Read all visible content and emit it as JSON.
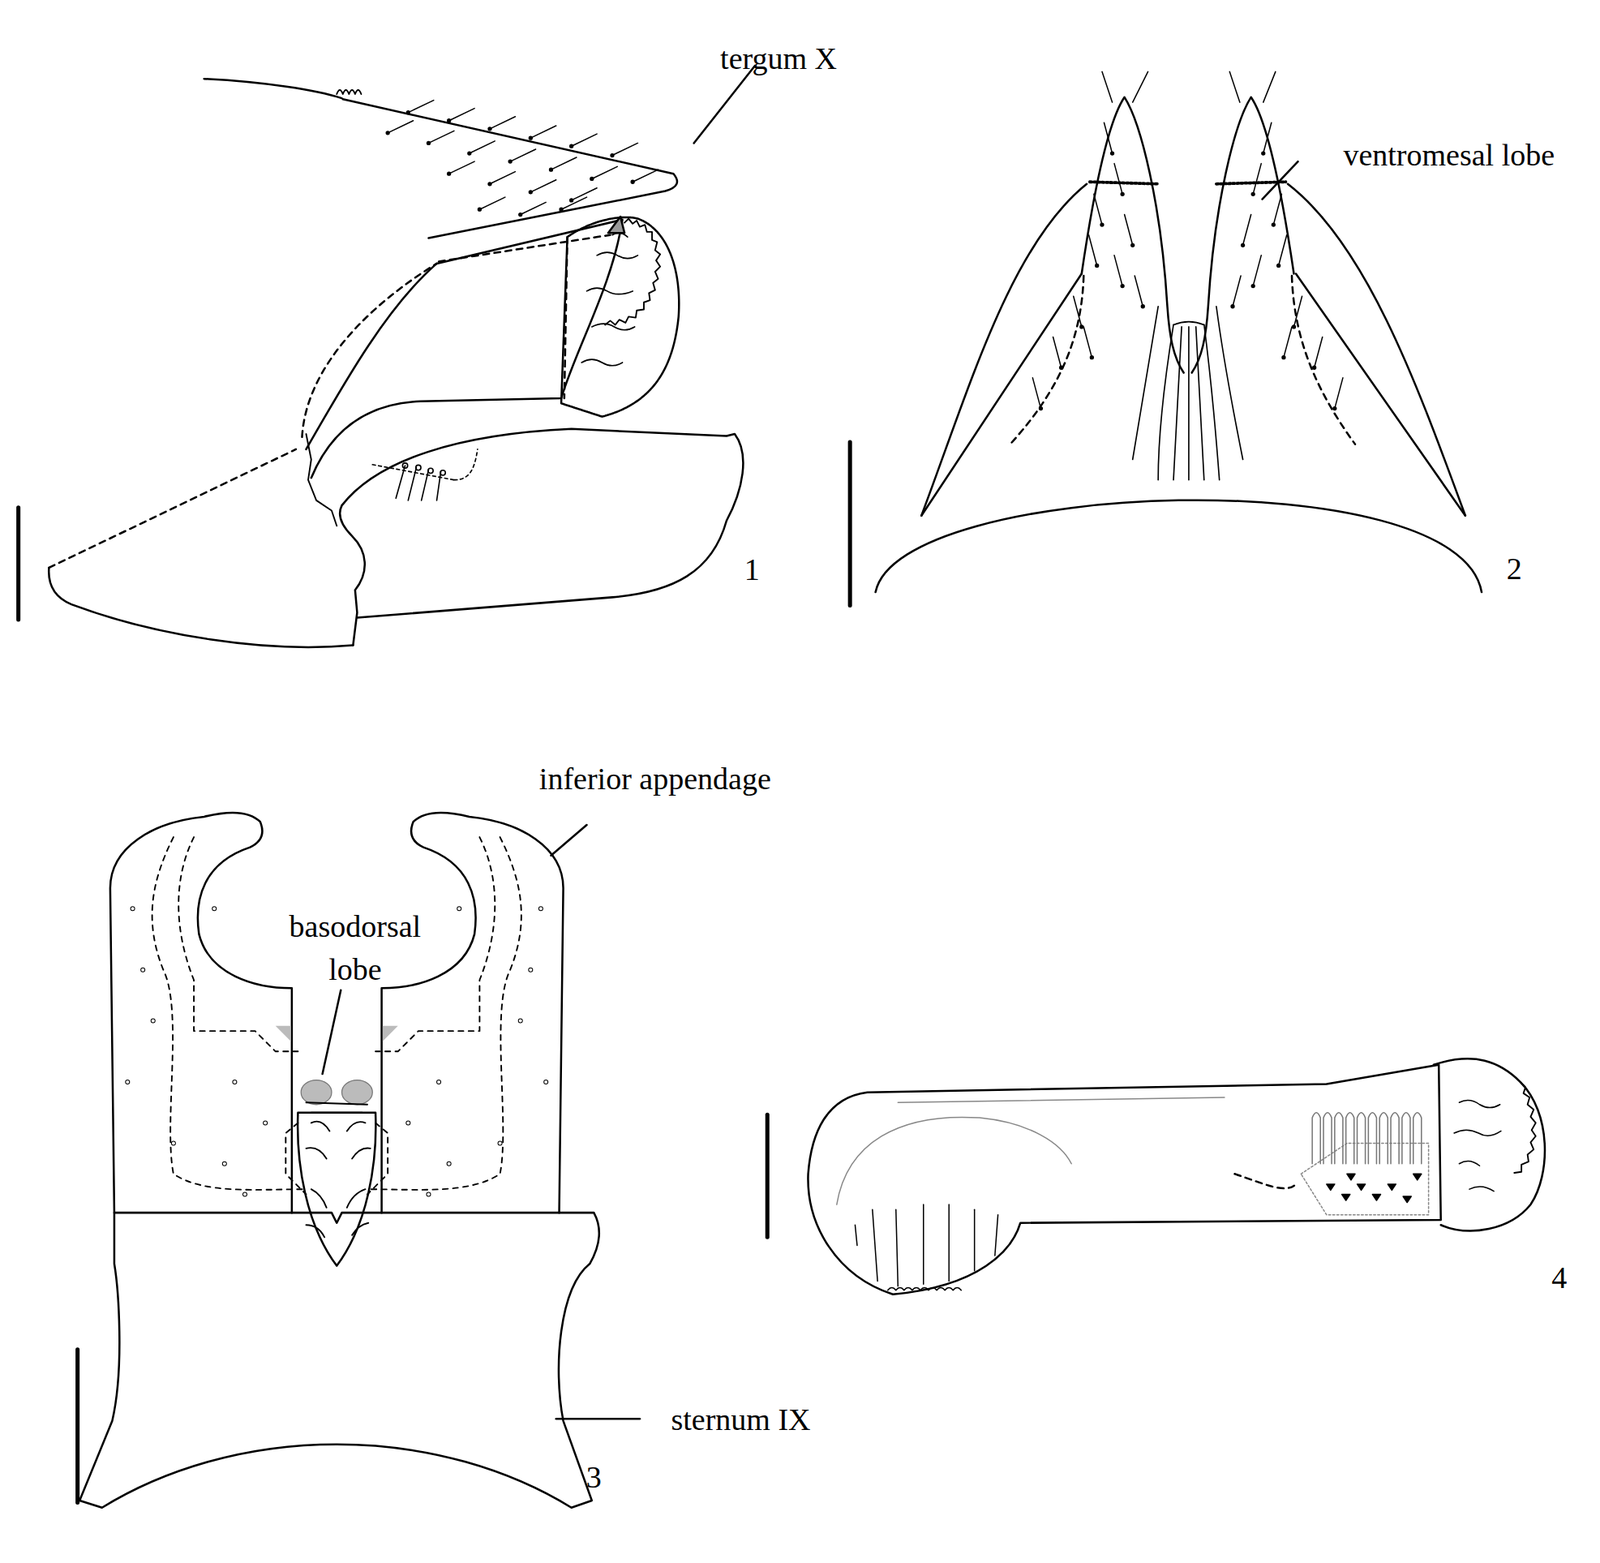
{
  "diagram": {
    "labels": [
      "tergum X",
      "1",
      "ventromesal lobe",
      "2",
      "inferior appendage",
      "basodorsal lobe",
      "3",
      "sternum IX",
      "4"
    ]
  }
}
